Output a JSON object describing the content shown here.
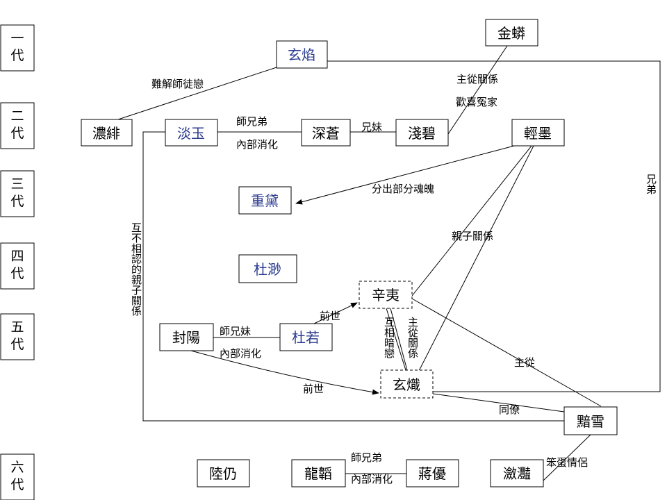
{
  "generations": [
    {
      "id": "gen-1",
      "line1": "一",
      "line2": "代"
    },
    {
      "id": "gen-2",
      "line1": "二",
      "line2": "代"
    },
    {
      "id": "gen-3",
      "line1": "三",
      "line2": "代"
    },
    {
      "id": "gen-4",
      "line1": "四",
      "line2": "代"
    },
    {
      "id": "gen-5",
      "line1": "五",
      "line2": "代"
    },
    {
      "id": "gen-6",
      "line1": "六",
      "line2": "代"
    }
  ],
  "nodes": {
    "xuanyan": "玄焰",
    "jinmang": "金蟒",
    "nongfei": "濃緋",
    "danyu": "淡玉",
    "shencang": "深蒼",
    "qianbi": "淺碧",
    "qingmo": "輕墨",
    "chongdai": "重黛",
    "dumiao": "杜渺",
    "xinyi": "辛夷",
    "fengyang": "封陽",
    "duruo": "杜若",
    "xuanzhi": "玄熾",
    "anxue": "黯雪",
    "lureng": "陸仍",
    "longtao": "龍韜",
    "jiangyou": "蔣優",
    "liandian": "瀲灩"
  },
  "labels": {
    "nanjie": "難解師徒戀",
    "zhucong_guanxi": "主從關係",
    "huanxi_yuanjia": "歡喜冤家",
    "shixiongdi_1": "師兄弟",
    "neibu_1": "內部消化",
    "xiongmei": "兄妹",
    "fenchu": "分出部分魂魄",
    "xiongdi": "兄弟",
    "qinzi": "親子關係",
    "hubu": "互不相認的親子關係",
    "qianshi_1": "前世",
    "shixiongmei": "師兄妹",
    "neibu_2": "內部消化",
    "qianshi_2": "前世",
    "xiangxiang_anlian": "互相暗戀",
    "zhucong_vertical": "主從關係",
    "zhucong_short": "主從",
    "tongliao": "同僚",
    "shixiongdi_2": "師兄弟",
    "neibu_3": "內部消化",
    "bendan": "笨蛋情侶"
  },
  "colors": {
    "blue_text": "#2b3a8f",
    "line": "#000000",
    "background": "#ffffff"
  }
}
